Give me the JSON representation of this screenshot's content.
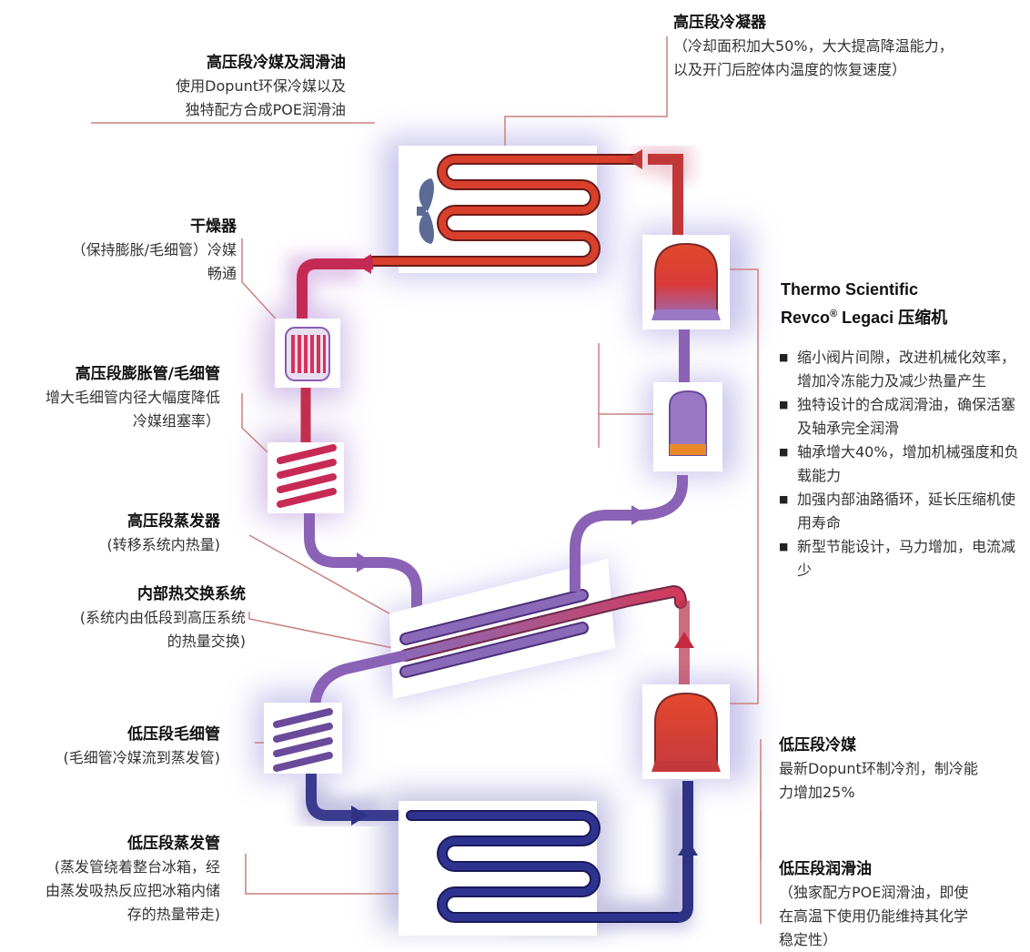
{
  "labels": {
    "hp_refrigerant": {
      "title": "高压段冷媒及润滑油",
      "lines": [
        "使用Dopunt环保冷媒以及",
        "独特配方合成POE润滑油"
      ]
    },
    "hp_condenser": {
      "title": "高压段冷凝器",
      "lines": [
        "（冷却面积加大50%，大大提高降温能力，",
        "以及开门后腔体内温度的恢复速度）"
      ]
    },
    "drier": {
      "title": "干燥器",
      "lines": [
        "（保持膨胀/毛细管）冷媒",
        "畅通"
      ]
    },
    "hp_capillary": {
      "title": "高压段膨胀管/毛细管",
      "lines": [
        "增大毛细管内径大幅度降低",
        "冷媒组塞率）"
      ]
    },
    "hp_evaporator": {
      "title": "高压段蒸发器",
      "lines": [
        "(转移系统内热量)"
      ]
    },
    "heat_exchange": {
      "title": "内部热交换系统",
      "lines": [
        "(系统内由低段到高压系统",
        "的热量交换)"
      ]
    },
    "lp_capillary": {
      "title": "低压段毛细管",
      "lines": [
        "(毛细管冷媒流到蒸发管)"
      ]
    },
    "lp_evaporator": {
      "title": "低压段蒸发管",
      "lines": [
        "(蒸发管绕着整台冰箱，经",
        "由蒸发吸热反应把冰箱内储",
        "存的热量带走)"
      ]
    },
    "lp_refrigerant": {
      "title": "低压段冷媒",
      "lines": [
        "最新Dopunt环制冷剂，制冷能",
        "力增加25%"
      ]
    },
    "lp_oil": {
      "title": "低压段润滑油",
      "lines": [
        "（独家配方POE润滑油，即使",
        "在高温下使用仍能维持其化学",
        "稳定性）"
      ]
    }
  },
  "compressor": {
    "brand_line1": "Thermo Scientific",
    "brand_line2a": "Revco",
    "brand_reg": "®",
    "brand_line2b": " Legaci 压缩机",
    "features": [
      "缩小阀片间隙，改进机械化效率，增加冷冻能力及减少热量产生",
      "独特设计的合成润滑油，确保活塞及轴承完全润滑",
      "轴承增大40%，增加机械强度和负载能力",
      "加强内部油路循环，延长压缩机使用寿命",
      "新型节能设计，马力增加，电流减少"
    ]
  },
  "colors": {
    "high_pipe": "#d6362e",
    "high_pipe_pink": "#c8344e",
    "mid_pipe": "#8a6ab8",
    "low_pipe": "#2f3384",
    "glow": "#b9b3e6",
    "leader": "#c9817d"
  }
}
